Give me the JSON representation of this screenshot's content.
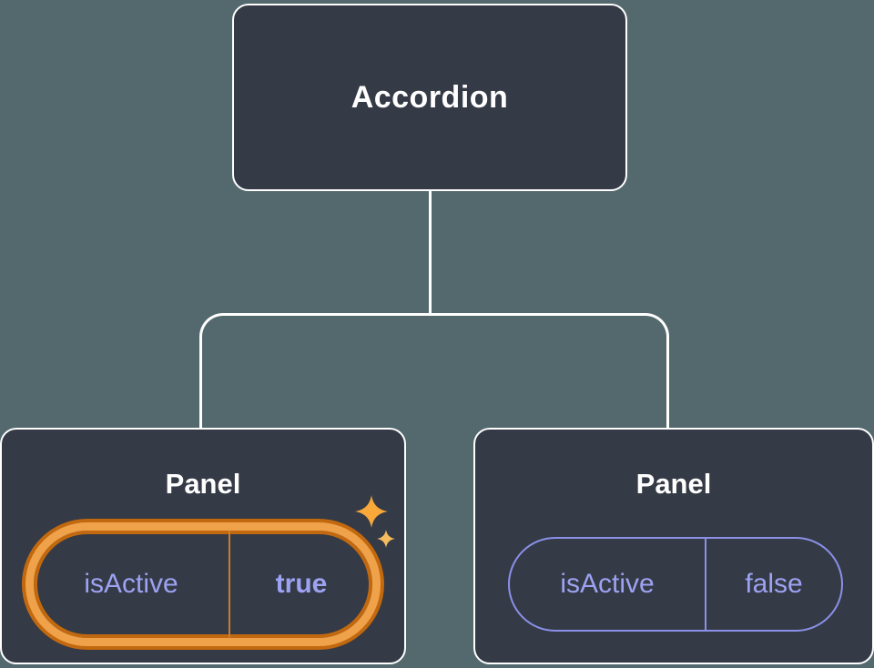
{
  "diagram": {
    "root": {
      "label": "Accordion"
    },
    "panels": [
      {
        "title": "Panel",
        "prop_name": "isActive",
        "prop_value": "true",
        "highlighted": true
      },
      {
        "title": "Panel",
        "prop_name": "isActive",
        "prop_value": "false",
        "highlighted": false
      }
    ],
    "colors": {
      "background": "#54696e",
      "node_fill": "#343a46",
      "node_border": "#ffffff",
      "connector": "#ffffff",
      "prop_text": "#9da2f2",
      "pill_border": "#8b90e8",
      "highlight_ring_outer": "#c2690f",
      "highlight_ring_inner": "#f0a24a",
      "sparkle": "#f9a83a"
    },
    "icons": [
      "sparkle-icon",
      "sparkle-icon"
    ]
  }
}
